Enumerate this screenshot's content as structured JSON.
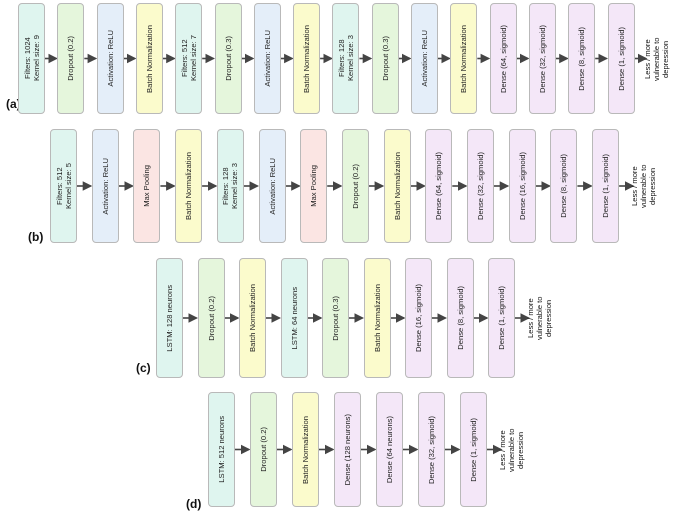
{
  "colors": {
    "conv": "#dff5ef",
    "dropout": "#e5f6dc",
    "activation": "#e4eef9",
    "batchnorm": "#fbfbcc",
    "dense": "#f4e7f8",
    "pool": "#fbe5e3",
    "lstm": "#dff5ef",
    "arrow": "#444444"
  },
  "panels": [
    {
      "label": "(a)",
      "layers": [
        {
          "text": "Filters: 1024\nKernel size: 9",
          "kind": "conv"
        },
        {
          "text": "Dropout (0.2)",
          "kind": "dropout"
        },
        {
          "text": "Activation: ReLU",
          "kind": "activation"
        },
        {
          "text": "Batch Normalization",
          "kind": "batchnorm"
        },
        {
          "text": "Filters: 512\nKernel size: 7",
          "kind": "conv"
        },
        {
          "text": "Dropout (0.3)",
          "kind": "dropout"
        },
        {
          "text": "Activation: ReLU",
          "kind": "activation"
        },
        {
          "text": "Batch Normalization",
          "kind": "batchnorm"
        },
        {
          "text": "Filters: 128\nKernel size: 3",
          "kind": "conv"
        },
        {
          "text": "Dropout (0.3)",
          "kind": "dropout"
        },
        {
          "text": "Activation: ReLU",
          "kind": "activation"
        },
        {
          "text": "Batch Normalization",
          "kind": "batchnorm"
        },
        {
          "text": "Dense (64, sigmoid)",
          "kind": "dense"
        },
        {
          "text": "Dense (32, sigmoid)",
          "kind": "dense"
        },
        {
          "text": "Dense (8, sigmoid)",
          "kind": "dense"
        },
        {
          "text": "Dense (1, sigmoid)",
          "kind": "dense"
        }
      ],
      "output": "Less / more\nvulnerable to\ndepression"
    },
    {
      "label": "(b)",
      "layers": [
        {
          "text": "Filters: 512\nKernel size: 5",
          "kind": "conv"
        },
        {
          "text": "Activation: ReLU",
          "kind": "activation"
        },
        {
          "text": "Max Pooling",
          "kind": "pool"
        },
        {
          "text": "Batch Normalization",
          "kind": "batchnorm"
        },
        {
          "text": "Filters: 128\nKernel size: 3",
          "kind": "conv"
        },
        {
          "text": "Activation: ReLU",
          "kind": "activation"
        },
        {
          "text": "Max Pooling",
          "kind": "pool"
        },
        {
          "text": "Dropout (0.2)",
          "kind": "dropout"
        },
        {
          "text": "Batch Normalization",
          "kind": "batchnorm"
        },
        {
          "text": "Dense (64, sigmoid)",
          "kind": "dense"
        },
        {
          "text": "Dense (32, sigmoid)",
          "kind": "dense"
        },
        {
          "text": "Dense (16, sigmoid)",
          "kind": "dense"
        },
        {
          "text": "Dense (8, sigmoid)",
          "kind": "dense"
        },
        {
          "text": "Dense (1, sigmoid)",
          "kind": "dense"
        }
      ],
      "output": "Less / more\nvulnerable to\ndepression"
    },
    {
      "label": "(c)",
      "layers": [
        {
          "text": "LSTM: 128 neurons",
          "kind": "lstm"
        },
        {
          "text": "Dropout (0.2)",
          "kind": "dropout"
        },
        {
          "text": "Batch Normalization",
          "kind": "batchnorm"
        },
        {
          "text": "LSTM: 64 neurons",
          "kind": "lstm"
        },
        {
          "text": "Dropout (0.3)",
          "kind": "dropout"
        },
        {
          "text": "Batch Normalization",
          "kind": "batchnorm"
        },
        {
          "text": "Dense (16, sigmoid)",
          "kind": "dense"
        },
        {
          "text": "Dense (8, sigmoid)",
          "kind": "dense"
        },
        {
          "text": "Dense (1, sigmoid)",
          "kind": "dense"
        }
      ],
      "output": "Less / more\nvulnerable to\ndepression"
    },
    {
      "label": "(d)",
      "layers": [
        {
          "text": "LSTM: 512 neurons",
          "kind": "lstm"
        },
        {
          "text": "Dropout (0.2)",
          "kind": "dropout"
        },
        {
          "text": "Batch Normalization",
          "kind": "batchnorm"
        },
        {
          "text": "Dense (128 neurons)",
          "kind": "dense"
        },
        {
          "text": "Dense (64 neurons)",
          "kind": "dense"
        },
        {
          "text": "Dense (32, sigmoid)",
          "kind": "dense"
        },
        {
          "text": "Dense (1, sigmoid)",
          "kind": "dense"
        }
      ],
      "output": "Less / more\nvulnerable to\ndepression"
    }
  ]
}
